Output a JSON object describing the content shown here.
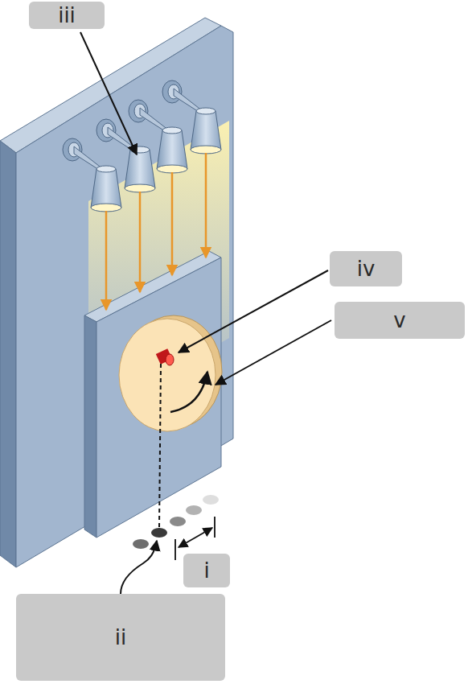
{
  "diagram": {
    "labels": [
      "iii",
      "iv",
      "v",
      "i",
      "ii"
    ]
  }
}
